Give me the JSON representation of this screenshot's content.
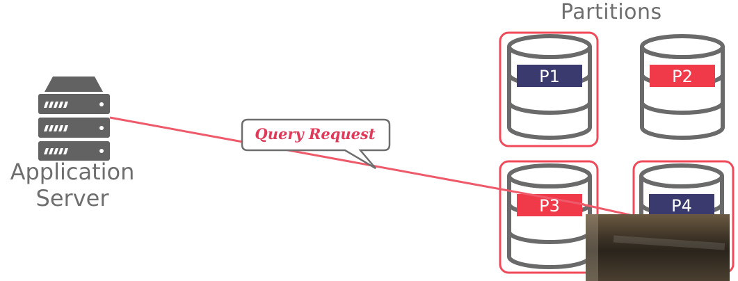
{
  "diagram": {
    "partitions_title": "Partitions",
    "server": {
      "label_line1": "Application",
      "label_line2": "Server"
    },
    "query_label": "Query Request",
    "partitions": [
      {
        "label": "P1",
        "color": "#3a3a6e",
        "highlighted": true
      },
      {
        "label": "P2",
        "color": "#f03a4a",
        "highlighted": false
      },
      {
        "label": "P3",
        "color": "#f03a4a",
        "highlighted": true
      },
      {
        "label": "P4",
        "color": "#3a3a6e",
        "highlighted": true
      }
    ],
    "colors": {
      "accent": "#f04a5a",
      "line": "#ef5a6a",
      "database_stroke": "#6a6a6a",
      "server_fill": "#626262"
    }
  }
}
